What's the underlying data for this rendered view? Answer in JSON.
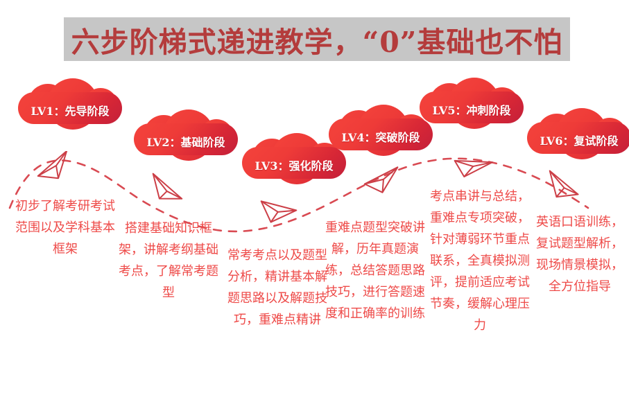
{
  "header": {
    "title": "六步阶梯式递进教学，“0”基础也不怕",
    "band_color": "#c6c6c6",
    "title_color": "#b43c3c"
  },
  "theme": {
    "accent_red": "#ee3b38",
    "deep_red": "#c3203a",
    "body_text_red": "#ee4a48",
    "background": "#ffffff"
  },
  "stages": [
    {
      "id": "lv1",
      "badge": "LV1：先导阶段",
      "description": "初步了解考研考试范围以及学科基本框架",
      "plane_icon": "paper-plane-icon"
    },
    {
      "id": "lv2",
      "badge": "LV2：基础阶段",
      "description": "搭建基础知识框架，讲解考纲基础考点，了解常考题型",
      "plane_icon": "paper-plane-icon"
    },
    {
      "id": "lv3",
      "badge": "LV3：强化阶段",
      "description": "常考考点以及题型分析，精讲基本解题思路以及解题技巧，重难点精讲",
      "plane_icon": "paper-plane-icon"
    },
    {
      "id": "lv4",
      "badge": "LV4：突破阶段",
      "description": "重难点题型突破讲解，历年真题演练，总结答题思路技巧，进行答题速度和正确率的训练",
      "plane_icon": "paper-plane-icon"
    },
    {
      "id": "lv5",
      "badge": "LV5：冲刺阶段",
      "description": "考点串讲与总结，重难点专项突破，针对薄弱环节重点联系，全真模拟测评，提前适应考试节奏，缓解心理压力",
      "plane_icon": "paper-plane-icon"
    },
    {
      "id": "lv6",
      "badge": "LV6：复试阶段",
      "description": "英语口语训练，复试题型解析，现场情景模拟，全方位指导",
      "plane_icon": "paper-plane-icon"
    }
  ]
}
